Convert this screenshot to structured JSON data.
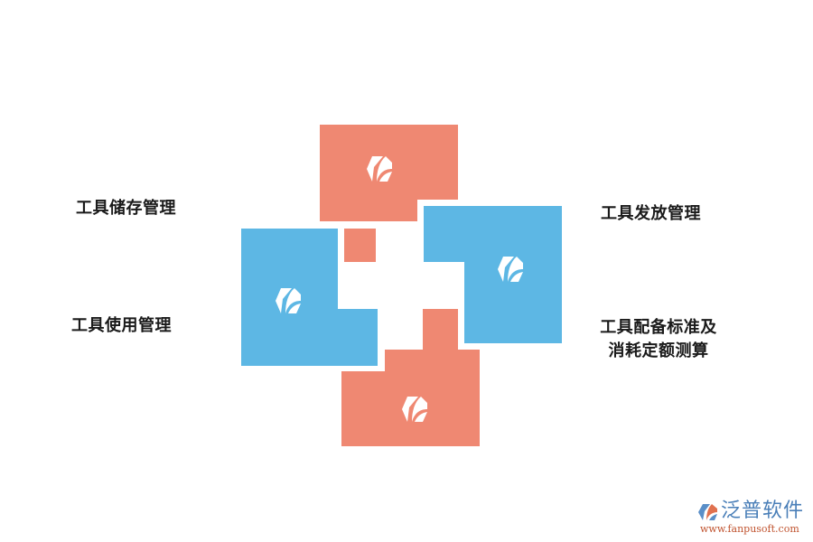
{
  "diagram": {
    "title": "",
    "colors": {
      "orange": "#ef8872",
      "blue": "#5db7e4",
      "text": "#1a1a1a",
      "icon": "#ffffff"
    },
    "quadrants": [
      {
        "id": "top",
        "color": "orange",
        "icon": "hexagon-leaf-icon"
      },
      {
        "id": "left",
        "color": "blue",
        "icon": "hexagon-leaf-icon"
      },
      {
        "id": "right",
        "color": "blue",
        "icon": "hexagon-leaf-icon"
      },
      {
        "id": "bottom",
        "color": "orange",
        "icon": "hexagon-leaf-icon"
      }
    ],
    "labels": {
      "storage": "工具储存管理",
      "issue": "工具发放管理",
      "usage": "工具使用管理",
      "standard_line1": "工具配备标准及",
      "standard_line2": "消耗定额测算"
    }
  },
  "watermark": {
    "brand": "泛普软件",
    "url": "www.fanpusoft.com"
  }
}
